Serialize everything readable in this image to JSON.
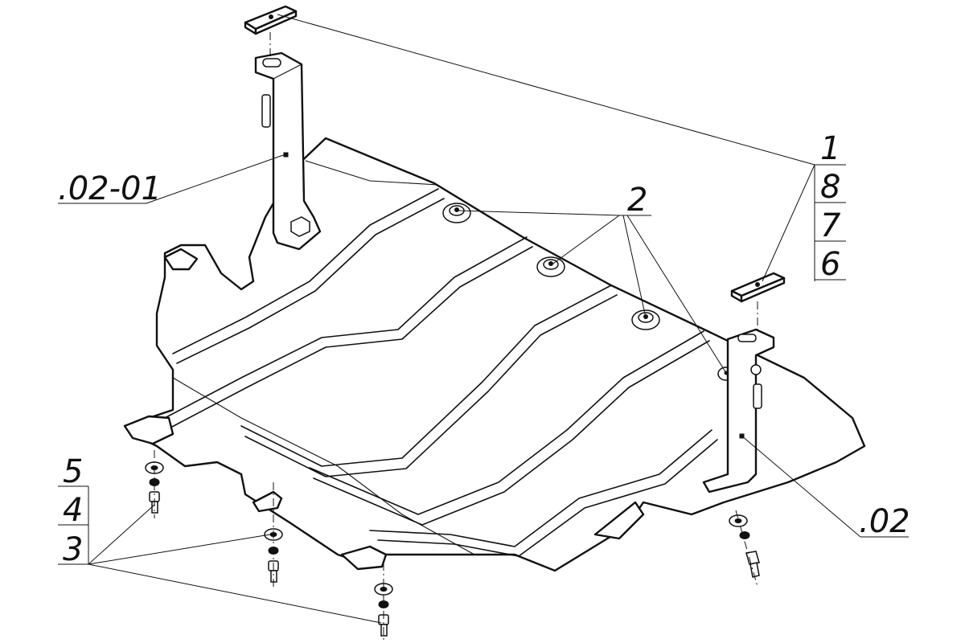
{
  "callouts": {
    "top_right": [
      "1",
      "8",
      "7",
      "6"
    ],
    "center": "2",
    "bottom_left": [
      "5",
      "4",
      "3"
    ],
    "bracket_left": ".02-01",
    "bracket_right": ".02"
  }
}
